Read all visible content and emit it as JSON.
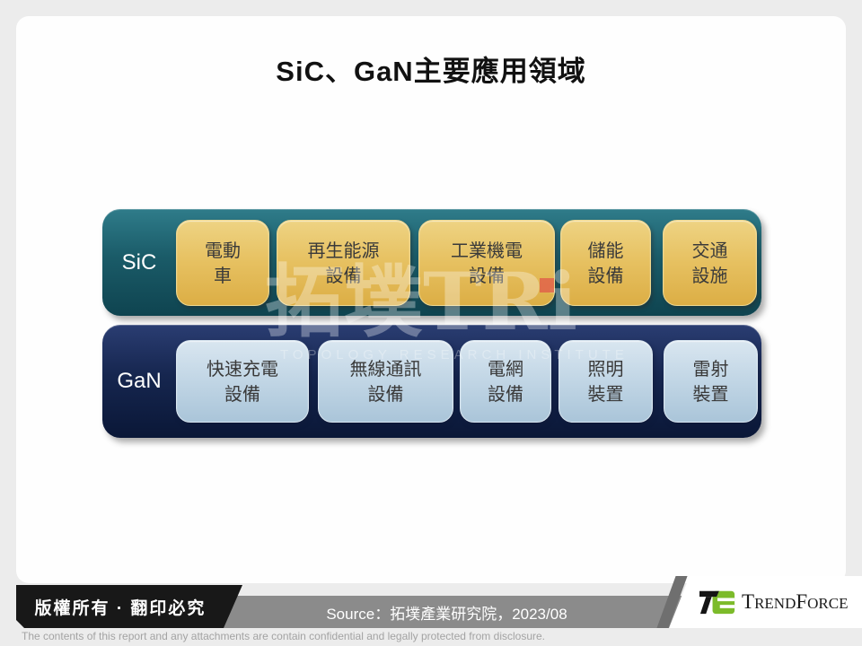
{
  "title": "SiC、GaN主要應用領域",
  "watermark": {
    "text": "拓墣TRi",
    "subtitle": "TOPOLOGY RESEARCH INSTITUTE"
  },
  "rows": [
    {
      "label": "SiC",
      "boxes": [
        {
          "line1": "電動",
          "line2": "車"
        },
        {
          "line1": "再生能源",
          "line2": "設備"
        },
        {
          "line1": "工業機電",
          "line2": "設備"
        },
        {
          "line1": "儲能",
          "line2": "設備"
        },
        {
          "line1": "交通",
          "line2": "設施"
        }
      ]
    },
    {
      "label": "GaN",
      "boxes": [
        {
          "line1": "快速充電",
          "line2": "設備"
        },
        {
          "line1": "無線通訊",
          "line2": "設備"
        },
        {
          "line1": "電網",
          "line2": "設備"
        },
        {
          "line1": "照明",
          "line2": "裝置"
        },
        {
          "line1": "雷射",
          "line2": "裝置"
        }
      ]
    }
  ],
  "footer": {
    "copyright": "版權所有 · 翻印必究",
    "source": "Source：拓墣產業研究院，2023/08",
    "disclaimer": "The contents of this report and any attachments are contain confidential and legally protected from disclosure.",
    "logo": {
      "t1": "T",
      "t2": "REND",
      "t3": "F",
      "t4": "ORCE"
    }
  },
  "colors": {
    "page_background": "#ececec",
    "sic_row_top": "#2f7c8a",
    "sic_row_bottom": "#0f4450",
    "gan_row_top": "#2a3d72",
    "gan_row_bottom": "#0a1737",
    "gold_box": "#e3bb55",
    "blue_box": "#bfd4e4",
    "watermark_red": "#e0634a",
    "trendforce_green": "#7cbb2a",
    "banner_black": "#181818",
    "source_gray": "#8b8b8b"
  }
}
